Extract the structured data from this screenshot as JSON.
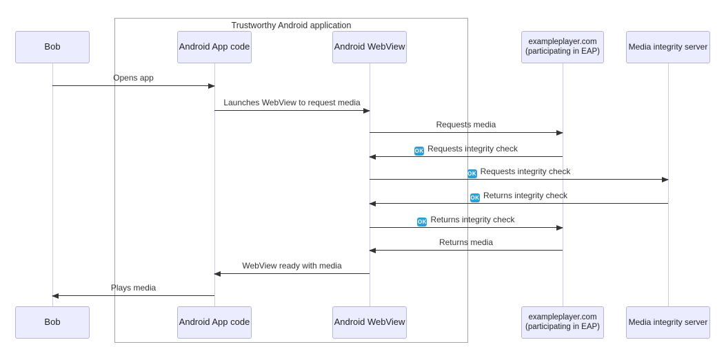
{
  "diagram": {
    "type": "sequence-diagram",
    "frame": {
      "title": "Trustworthy Android application"
    },
    "actors": [
      {
        "id": "bob",
        "label": "Bob"
      },
      {
        "id": "app",
        "label": "Android App code"
      },
      {
        "id": "webview",
        "label": "Android WebView"
      },
      {
        "id": "player",
        "label_line1": "exampleplayer.com",
        "label_line2": "(participating in EAP)"
      },
      {
        "id": "media",
        "label": "Media integrity server"
      }
    ],
    "messages": [
      {
        "from": "Bob",
        "to": "Android App code",
        "label": "Opens app"
      },
      {
        "from": "Android App code",
        "to": "Android WebView",
        "label": "Launches WebView to request media"
      },
      {
        "from": "Android WebView",
        "to": "exampleplayer.com",
        "label": "Requests media"
      },
      {
        "from": "exampleplayer.com",
        "to": "Android WebView",
        "badge": "OK",
        "label": "Requests integrity check"
      },
      {
        "from": "Android WebView",
        "to": "Media integrity server",
        "badge": "OK",
        "label": "Requests integrity check"
      },
      {
        "from": "Media integrity server",
        "to": "Android WebView",
        "badge": "OK",
        "label": "Returns integrity check"
      },
      {
        "from": "Android WebView",
        "to": "exampleplayer.com",
        "badge": "OK",
        "label": "Returns integrity check"
      },
      {
        "from": "exampleplayer.com",
        "to": "Android WebView",
        "label": "Returns media"
      },
      {
        "from": "Android WebView",
        "to": "Android App code",
        "label": "WebView ready with media"
      },
      {
        "from": "Android App code",
        "to": "Bob",
        "label": "Plays media"
      }
    ],
    "colors": {
      "actor_fill": "#ececff",
      "actor_border": "#b7b3d7",
      "lifeline": "#cfc8e8",
      "frame_border": "#a3a3a3",
      "message_line": "#333333",
      "badge_background": "#2d9fd9",
      "badge_text": "#ffffff"
    }
  }
}
